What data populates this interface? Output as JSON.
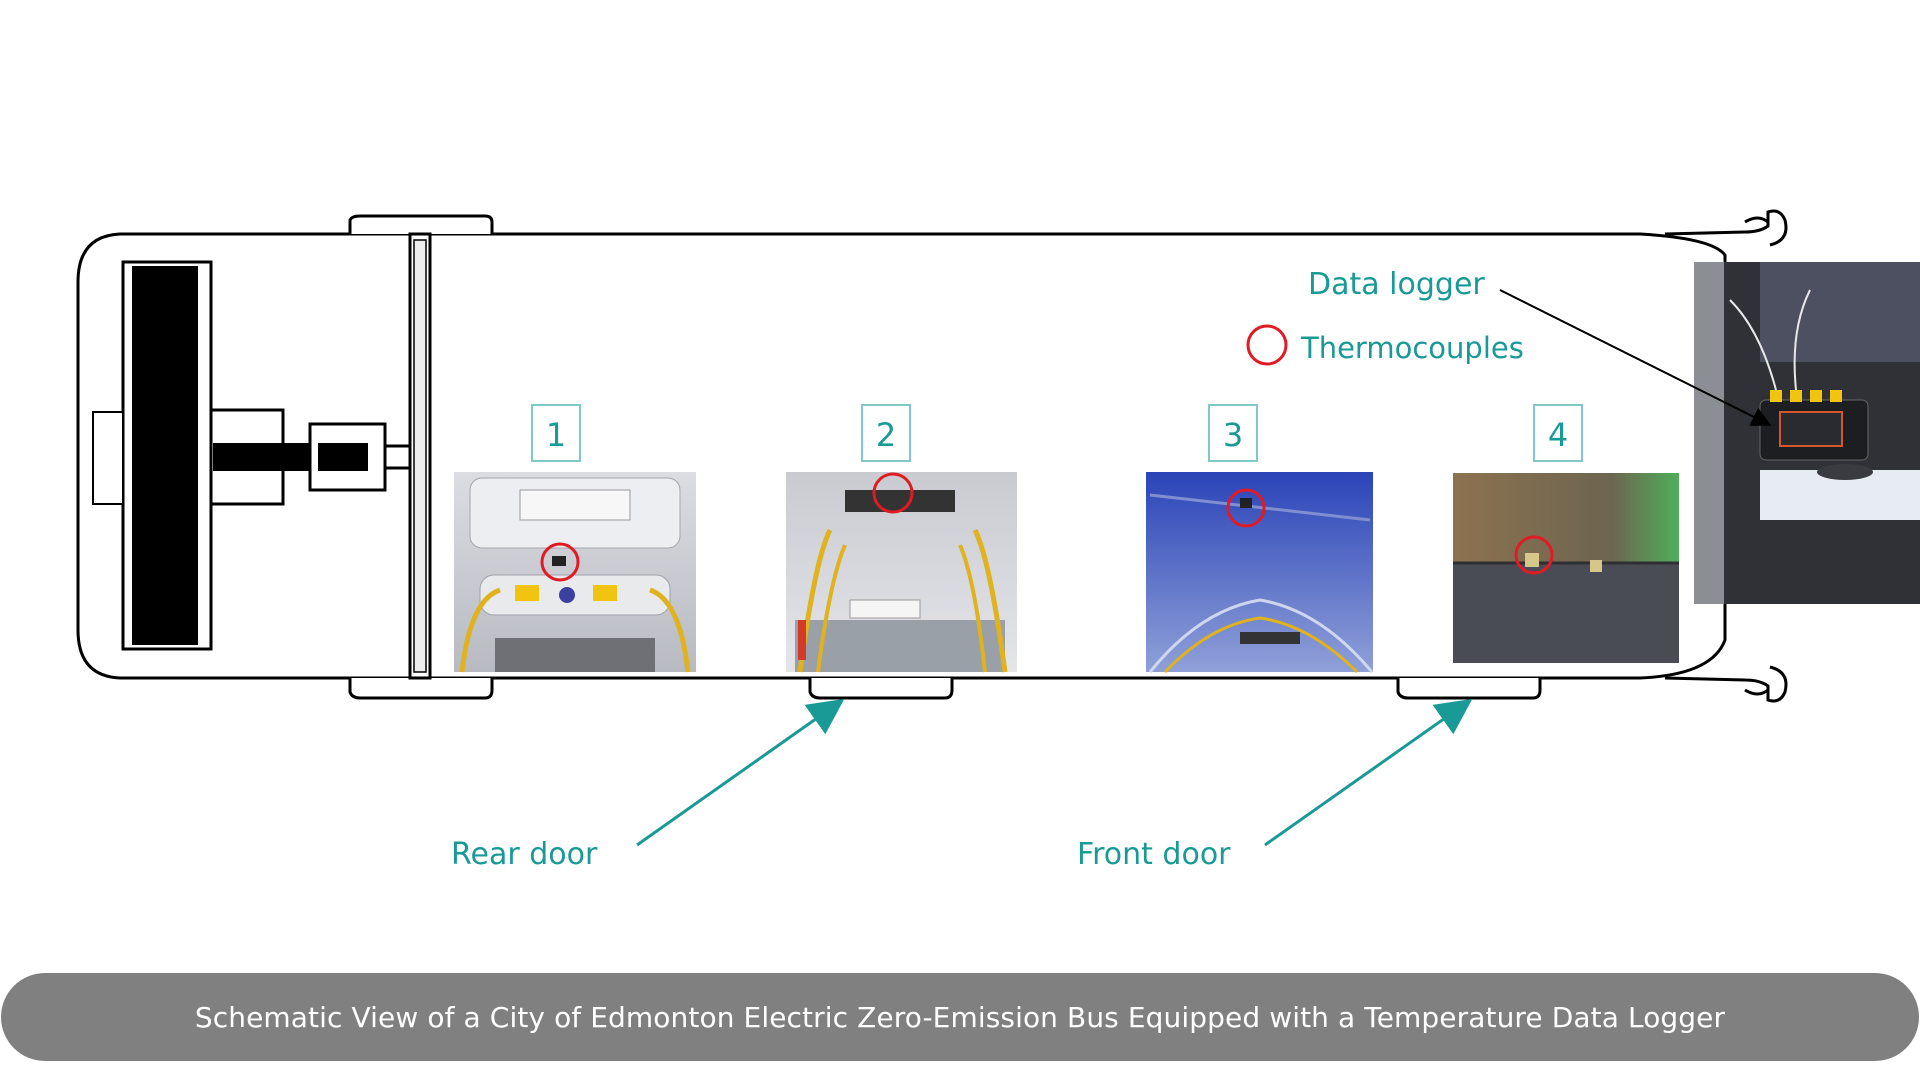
{
  "legend": {
    "data_logger_label": "Data logger",
    "thermocouples_label": "Thermocouples"
  },
  "positions": [
    "1",
    "2",
    "3",
    "4"
  ],
  "doors": {
    "rear": "Rear door",
    "front": "Front door"
  },
  "caption": "Schematic View of a City of Edmonton Electric Zero-Emission Bus Equipped with a Temperature Data Logger",
  "colors": {
    "accent": "#1a9a96",
    "thermocouple_marker": "#e01b24",
    "caption_bar": "#808080",
    "outline": "#000000"
  }
}
